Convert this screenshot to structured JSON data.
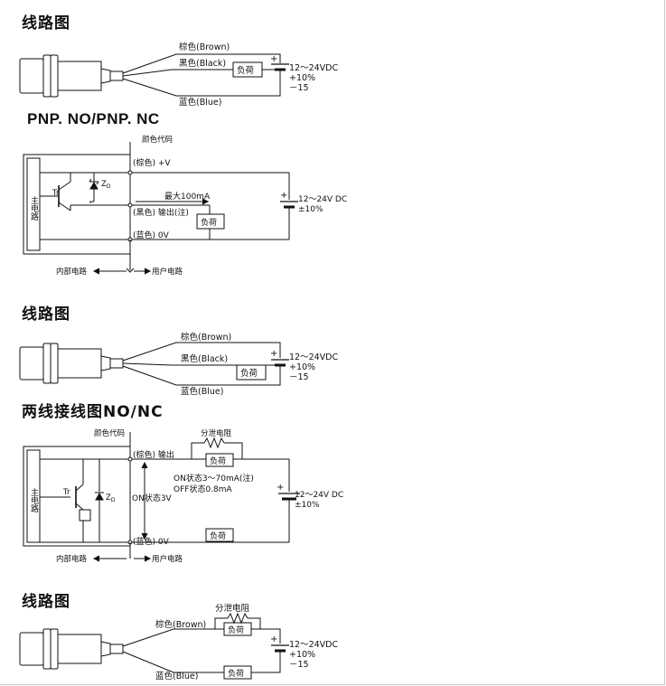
{
  "section1": {
    "heading": "线路图",
    "brown": "棕色(Brown)",
    "black": "黑色(Black)",
    "blue": "蓝色(Blue)",
    "load": "负荷",
    "supply": "12～24VDC",
    "tol_plus": "+10%",
    "tol_minus": "－15",
    "plus": "+"
  },
  "section2": {
    "heading": "PNP. NO/PNP. NC",
    "color_code": "颜色代码",
    "brown": "(棕色) +V",
    "black": "(黑色) 输出(注)",
    "blue": "(蓝色) 0V",
    "max_current": "最大100mA",
    "load": "负荷",
    "supply": "12～24V DC",
    "tol": "±10%",
    "tr": "Tr",
    "zd": "Z",
    "zd_sub": "D",
    "main_circuit": "主电路",
    "internal": "内部电路",
    "user": "用户电路",
    "plus": "+"
  },
  "section3": {
    "heading": "线路图",
    "brown": "棕色(Brown)",
    "black": "黑色(Black)",
    "blue": "蓝色(Blue)",
    "load": "负荷",
    "supply": "12～24VDC",
    "tol_plus": "+10%",
    "tol_minus": "－15",
    "plus": "+"
  },
  "section4": {
    "heading": "两线接线图NO/NC",
    "color_code": "颜色代码",
    "brown": "(棕色) 输出",
    "blue": "(蓝色) 0V",
    "shunt": "分泄电阻",
    "load": "负荷",
    "on_current": "ON状态3～70mA(注)",
    "off_current": "OFF状态0.8mA",
    "on_voltage": "ON状态3V",
    "supply": "12～24V DC",
    "tol": "±10%",
    "tr": "Tr",
    "zd": "Z",
    "zd_sub": "D",
    "main_circuit": "主电路",
    "internal": "内部电路",
    "user": "用户电路",
    "plus": "+"
  },
  "section5": {
    "heading": "线路图",
    "shunt": "分泄电阻",
    "brown": "棕色(Brown)",
    "blue": "蓝色(Blue)",
    "load": "负荷",
    "supply": "12～24VDC",
    "tol_plus": "+10%",
    "tol_minus": "－15",
    "plus": "+"
  }
}
